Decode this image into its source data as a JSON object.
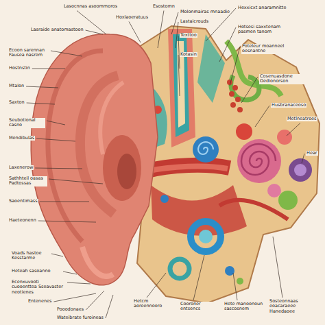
{
  "diagram": {
    "labels": [
      "Lasraide anatomastoon",
      "Ecoon sarennan Fausea nasrem",
      "Hostnstin",
      "Mtalon",
      "Saxton",
      "Seubotional casno",
      "Mendibulas",
      "Laxenerow",
      "Sathhteil oasas Padtossas",
      "Saoentimass",
      "Haeteonenn",
      "Voads hastoe Kesstarme",
      "Heteah sasoanno",
      "Ecenxuvooti cuooenttea Sseavaster neotienes",
      "Entenenes",
      "Pooodonaes",
      "Wateibrate furoineas",
      "Lasocnnas asoommoros",
      "Hoxlaoeratuus",
      "Esostomn",
      "Molonmairas mnaadie",
      "Lastaicrouds",
      "Texttoo",
      "Kotasin",
      "Hexxicxt anaramnitte",
      "Hotsesi saxxtenam pasmen tanom",
      "Poteleur moanneel oesnantne",
      "Cosenuasdone Oedionorson",
      "Husbranaceoso",
      "Metlneatroes",
      "Hear",
      "Hetcm aoreennooro",
      "Cooroner entsencs",
      "Hete manoonoun sascosnem",
      "Sosteonnaas eoacaraeee Hanedaoee"
    ]
  }
}
